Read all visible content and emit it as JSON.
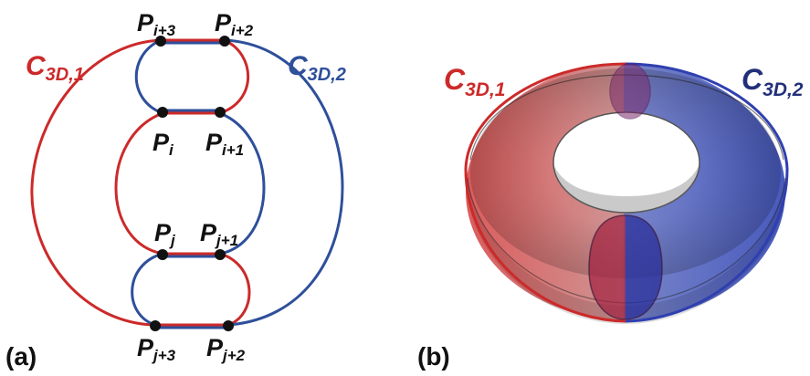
{
  "colors": {
    "curve1": "#cc2a2a",
    "curve2": "#2e4f9a",
    "point": "#111111",
    "background": "#ffffff"
  },
  "panel_a": {
    "tag": "(a)",
    "curve1_label": {
      "main": "C",
      "sub": "3D,1"
    },
    "curve2_label": {
      "main": "C",
      "sub": "3D,2"
    },
    "points": [
      {
        "main": "P",
        "sub": "i+3"
      },
      {
        "main": "P",
        "sub": "i+2"
      },
      {
        "main": "P",
        "sub": "i"
      },
      {
        "main": "P",
        "sub": "i+1"
      },
      {
        "main": "P",
        "sub": "j"
      },
      {
        "main": "P",
        "sub": "j+1"
      },
      {
        "main": "P",
        "sub": "j+3"
      },
      {
        "main": "P",
        "sub": "j+2"
      }
    ]
  },
  "panel_b": {
    "tag": "(b)",
    "curve1_label": {
      "main": "C",
      "sub": "3D,1"
    },
    "curve2_label": {
      "main": "C",
      "sub": "3D,2"
    }
  }
}
